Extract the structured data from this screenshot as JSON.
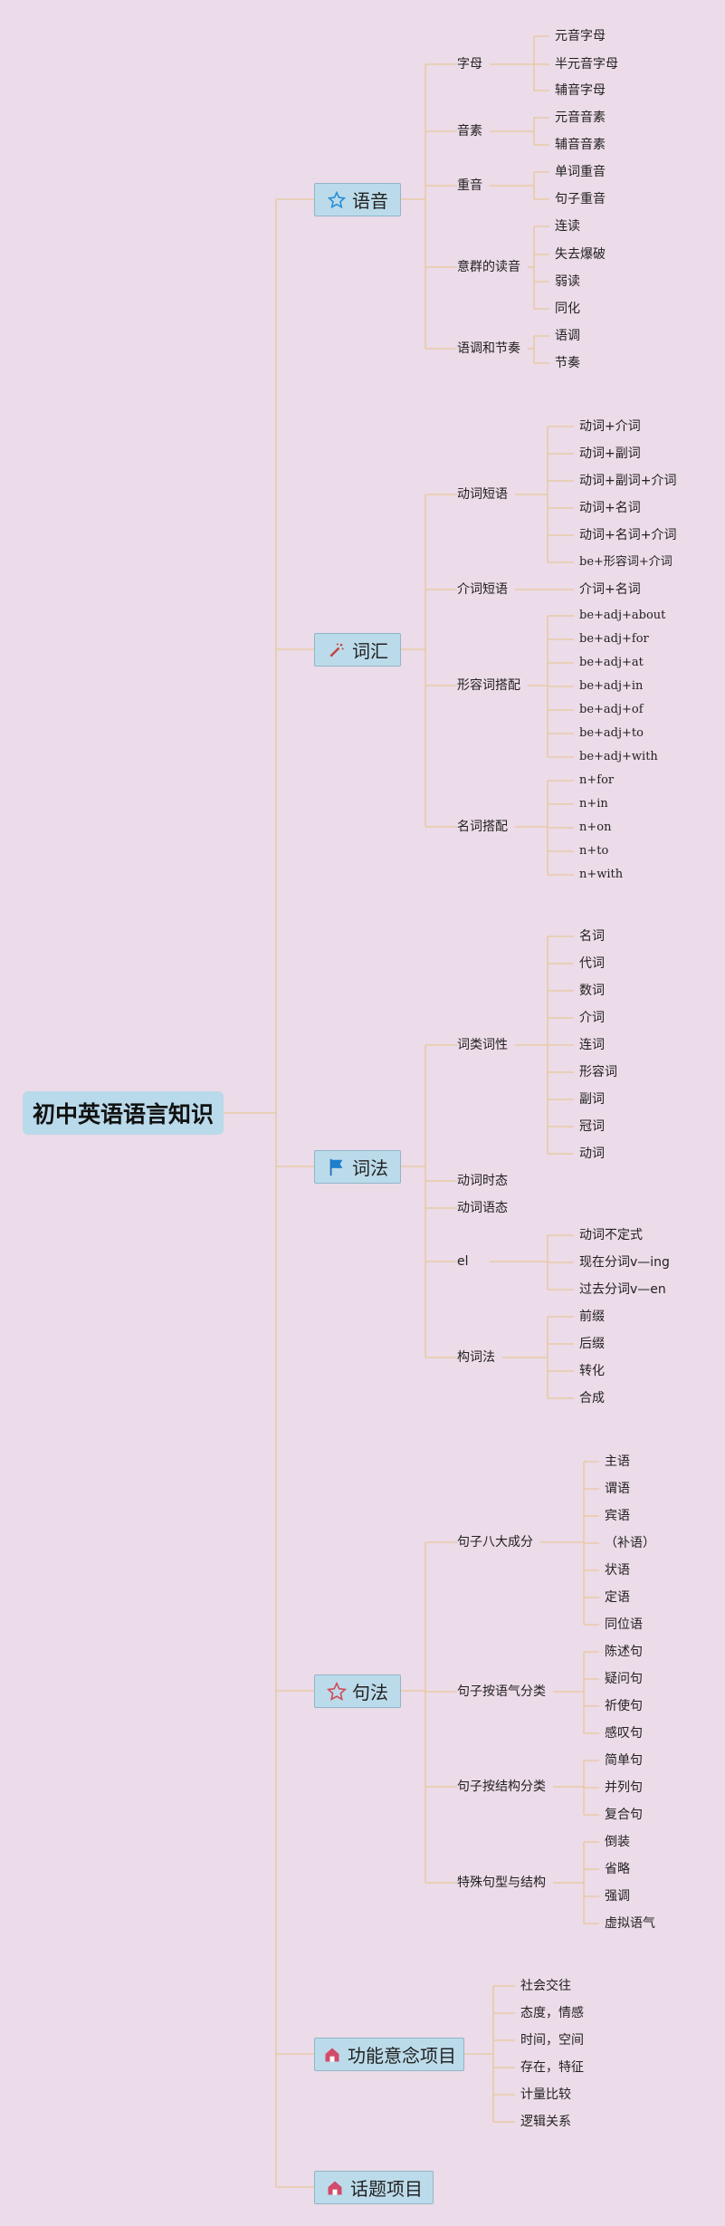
{
  "root": "初中英语语言知识",
  "sections": [
    {
      "label": "语音",
      "icon": "star-outline-icon",
      "groups": [
        {
          "label": "字母",
          "items": [
            "元音字母",
            "半元音字母",
            "辅音字母"
          ]
        },
        {
          "label": "音素",
          "items": [
            "元音音素",
            "辅音音素"
          ]
        },
        {
          "label": "重音",
          "items": [
            "单词重音",
            "句子重音"
          ]
        },
        {
          "label": "意群的读音",
          "items": [
            "连读",
            "失去爆破",
            "弱读",
            "同化"
          ]
        },
        {
          "label": "语调和节奏",
          "items": [
            "语调",
            "节奏"
          ]
        }
      ]
    },
    {
      "label": "词汇",
      "icon": "magic-wand-icon",
      "groups": [
        {
          "label": "动词短语",
          "items": [
            "动词+介词",
            "动词+副词",
            "动词+副词+介词",
            "动词+名词",
            "动词+名词+介词",
            "be+形容词+介词"
          ]
        },
        {
          "label": "介词短语",
          "items": [
            "介词+名词"
          ]
        },
        {
          "label": "形容词搭配",
          "items": [
            "be+adj+about",
            "be+adj+for",
            "be+adj+at",
            "be+adj+in",
            "be+adj+of",
            "be+adj+to",
            "be+adj+with"
          ]
        },
        {
          "label": "名词搭配",
          "items": [
            "n+for",
            "n+in",
            "n+on",
            "n+to",
            "n+with"
          ]
        }
      ]
    },
    {
      "label": "词法",
      "icon": "flag-icon",
      "groups": [
        {
          "label": "词类词性",
          "items": [
            "名词",
            "代词",
            "数词",
            "介词",
            "连词",
            "形容词",
            "副词",
            "冠词",
            "动词"
          ]
        },
        {
          "label": "动词时态",
          "items": []
        },
        {
          "label": "动词语态",
          "items": []
        },
        {
          "label": "el",
          "items": [
            "动词不定式",
            "现在分词v—ing",
            "过去分词v—en"
          ]
        },
        {
          "label": "构词法",
          "items": [
            "前缀",
            "后缀",
            "转化",
            "合成"
          ]
        }
      ]
    },
    {
      "label": "句法",
      "icon": "star-red-icon",
      "groups": [
        {
          "label": "句子八大成分",
          "items": [
            "主语",
            "谓语",
            "宾语",
            "（补语）",
            "状语",
            "定语",
            "同位语"
          ]
        },
        {
          "label": "句子按语气分类",
          "items": [
            "陈述句",
            "疑问句",
            "祈使句",
            "感叹句"
          ]
        },
        {
          "label": "句子按结构分类",
          "items": [
            "简单句",
            "并列句",
            "复合句"
          ]
        },
        {
          "label": "特殊句型与结构",
          "items": [
            "倒装",
            "省略",
            "强调",
            "虚拟语气"
          ]
        }
      ]
    },
    {
      "label": "功能意念项目",
      "icon": "home-icon",
      "items": [
        "社会交往",
        "态度，情感",
        "时间，空间",
        "存在，特征",
        "计量比较",
        "逻辑关系"
      ]
    },
    {
      "label": "话题项目",
      "icon": "home-icon",
      "items": []
    }
  ],
  "colors": {
    "background": "#ecdbe8",
    "node_fill": "#bcdbea",
    "line": "#e6c89c"
  }
}
